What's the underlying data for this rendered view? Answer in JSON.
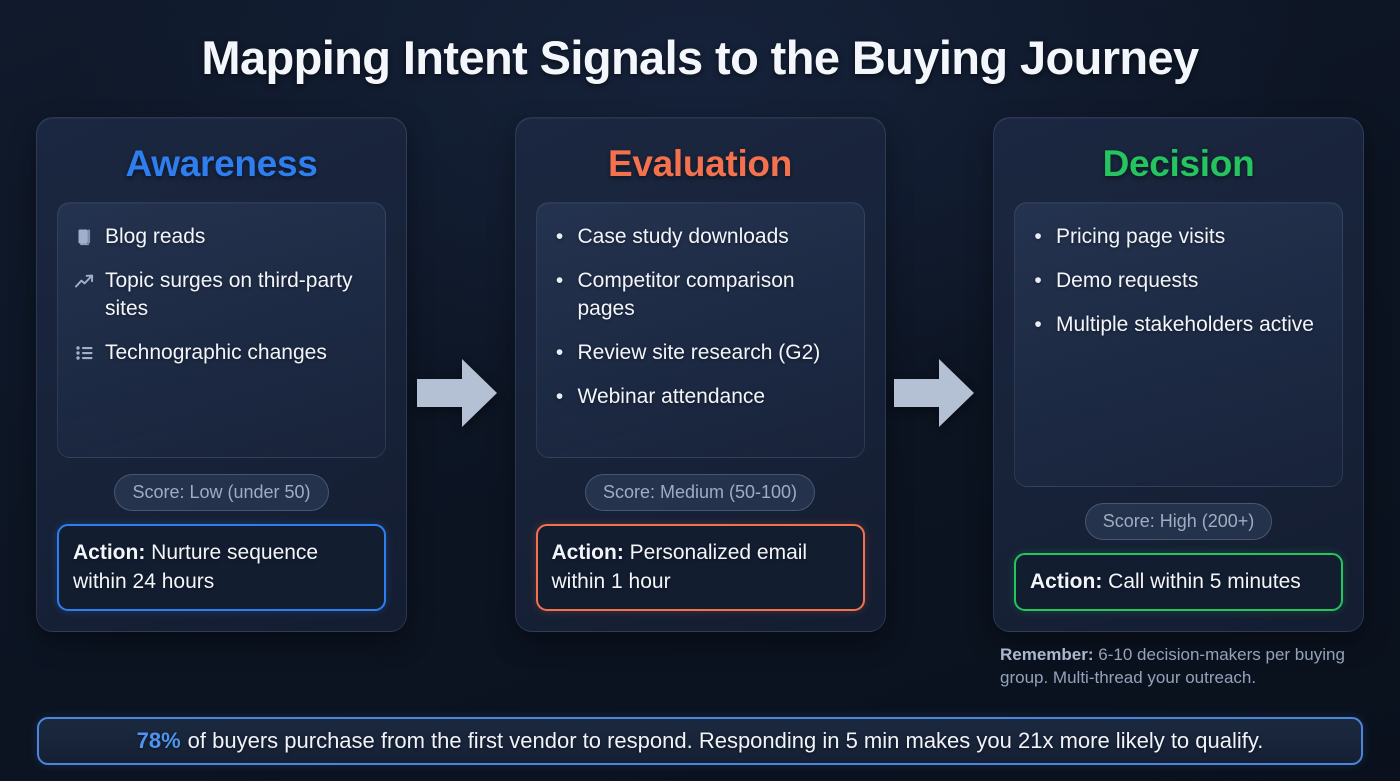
{
  "page": {
    "title": "Mapping Intent Signals to the Buying Journey",
    "background_color": "#0d1626"
  },
  "stages": [
    {
      "name": "awareness",
      "title": "Awareness",
      "accent_color": "#2f7ef0",
      "signal_marker": "icon",
      "signals": [
        {
          "icon": "book-icon",
          "text": "Blog reads"
        },
        {
          "icon": "trending-up-icon",
          "text": "Topic surges on third-party sites"
        },
        {
          "icon": "list-icon",
          "text": "Technographic changes"
        }
      ],
      "score_badge": "Score: Low (under 50)",
      "action_label": "Action:",
      "action_text": "Nurture sequence within 24 hours"
    },
    {
      "name": "evaluation",
      "title": "Evaluation",
      "accent_color": "#f4714e",
      "signal_marker": "bullet",
      "signals": [
        {
          "icon": "bullet-dot",
          "text": "Case study downloads"
        },
        {
          "icon": "bullet-dot",
          "text": "Competitor comparison pages"
        },
        {
          "icon": "bullet-dot",
          "text": "Review site research (G2)"
        },
        {
          "icon": "bullet-dot",
          "text": "Webinar attendance"
        }
      ],
      "score_badge": "Score: Medium (50-100)",
      "action_label": "Action:",
      "action_text": "Personalized email within 1 hour"
    },
    {
      "name": "decision",
      "title": "Decision",
      "accent_color": "#24c45e",
      "signal_marker": "bullet",
      "signals": [
        {
          "icon": "bullet-dot",
          "text": "Pricing page visits"
        },
        {
          "icon": "bullet-dot",
          "text": "Demo requests"
        },
        {
          "icon": "bullet-dot",
          "text": "Multiple stakeholders active"
        }
      ],
      "score_badge": "Score: High (200+)",
      "action_label": "Action:",
      "action_text": "Call within 5 minutes"
    }
  ],
  "arrows": [
    {
      "name": "arrow-awareness-to-evaluation",
      "icon": "arrow-right-icon"
    },
    {
      "name": "arrow-evaluation-to-decision",
      "icon": "arrow-right-icon"
    }
  ],
  "remember_note": {
    "label": "Remember:",
    "text": "6-10 decision-makers per buying group. Multi-thread your outreach."
  },
  "footer_stat": {
    "highlight": "78%",
    "text": "of buyers purchase from the first vendor to respond. Responding in 5 min makes you 21x more likely to qualify.",
    "accent_color": "#4d93f0"
  }
}
